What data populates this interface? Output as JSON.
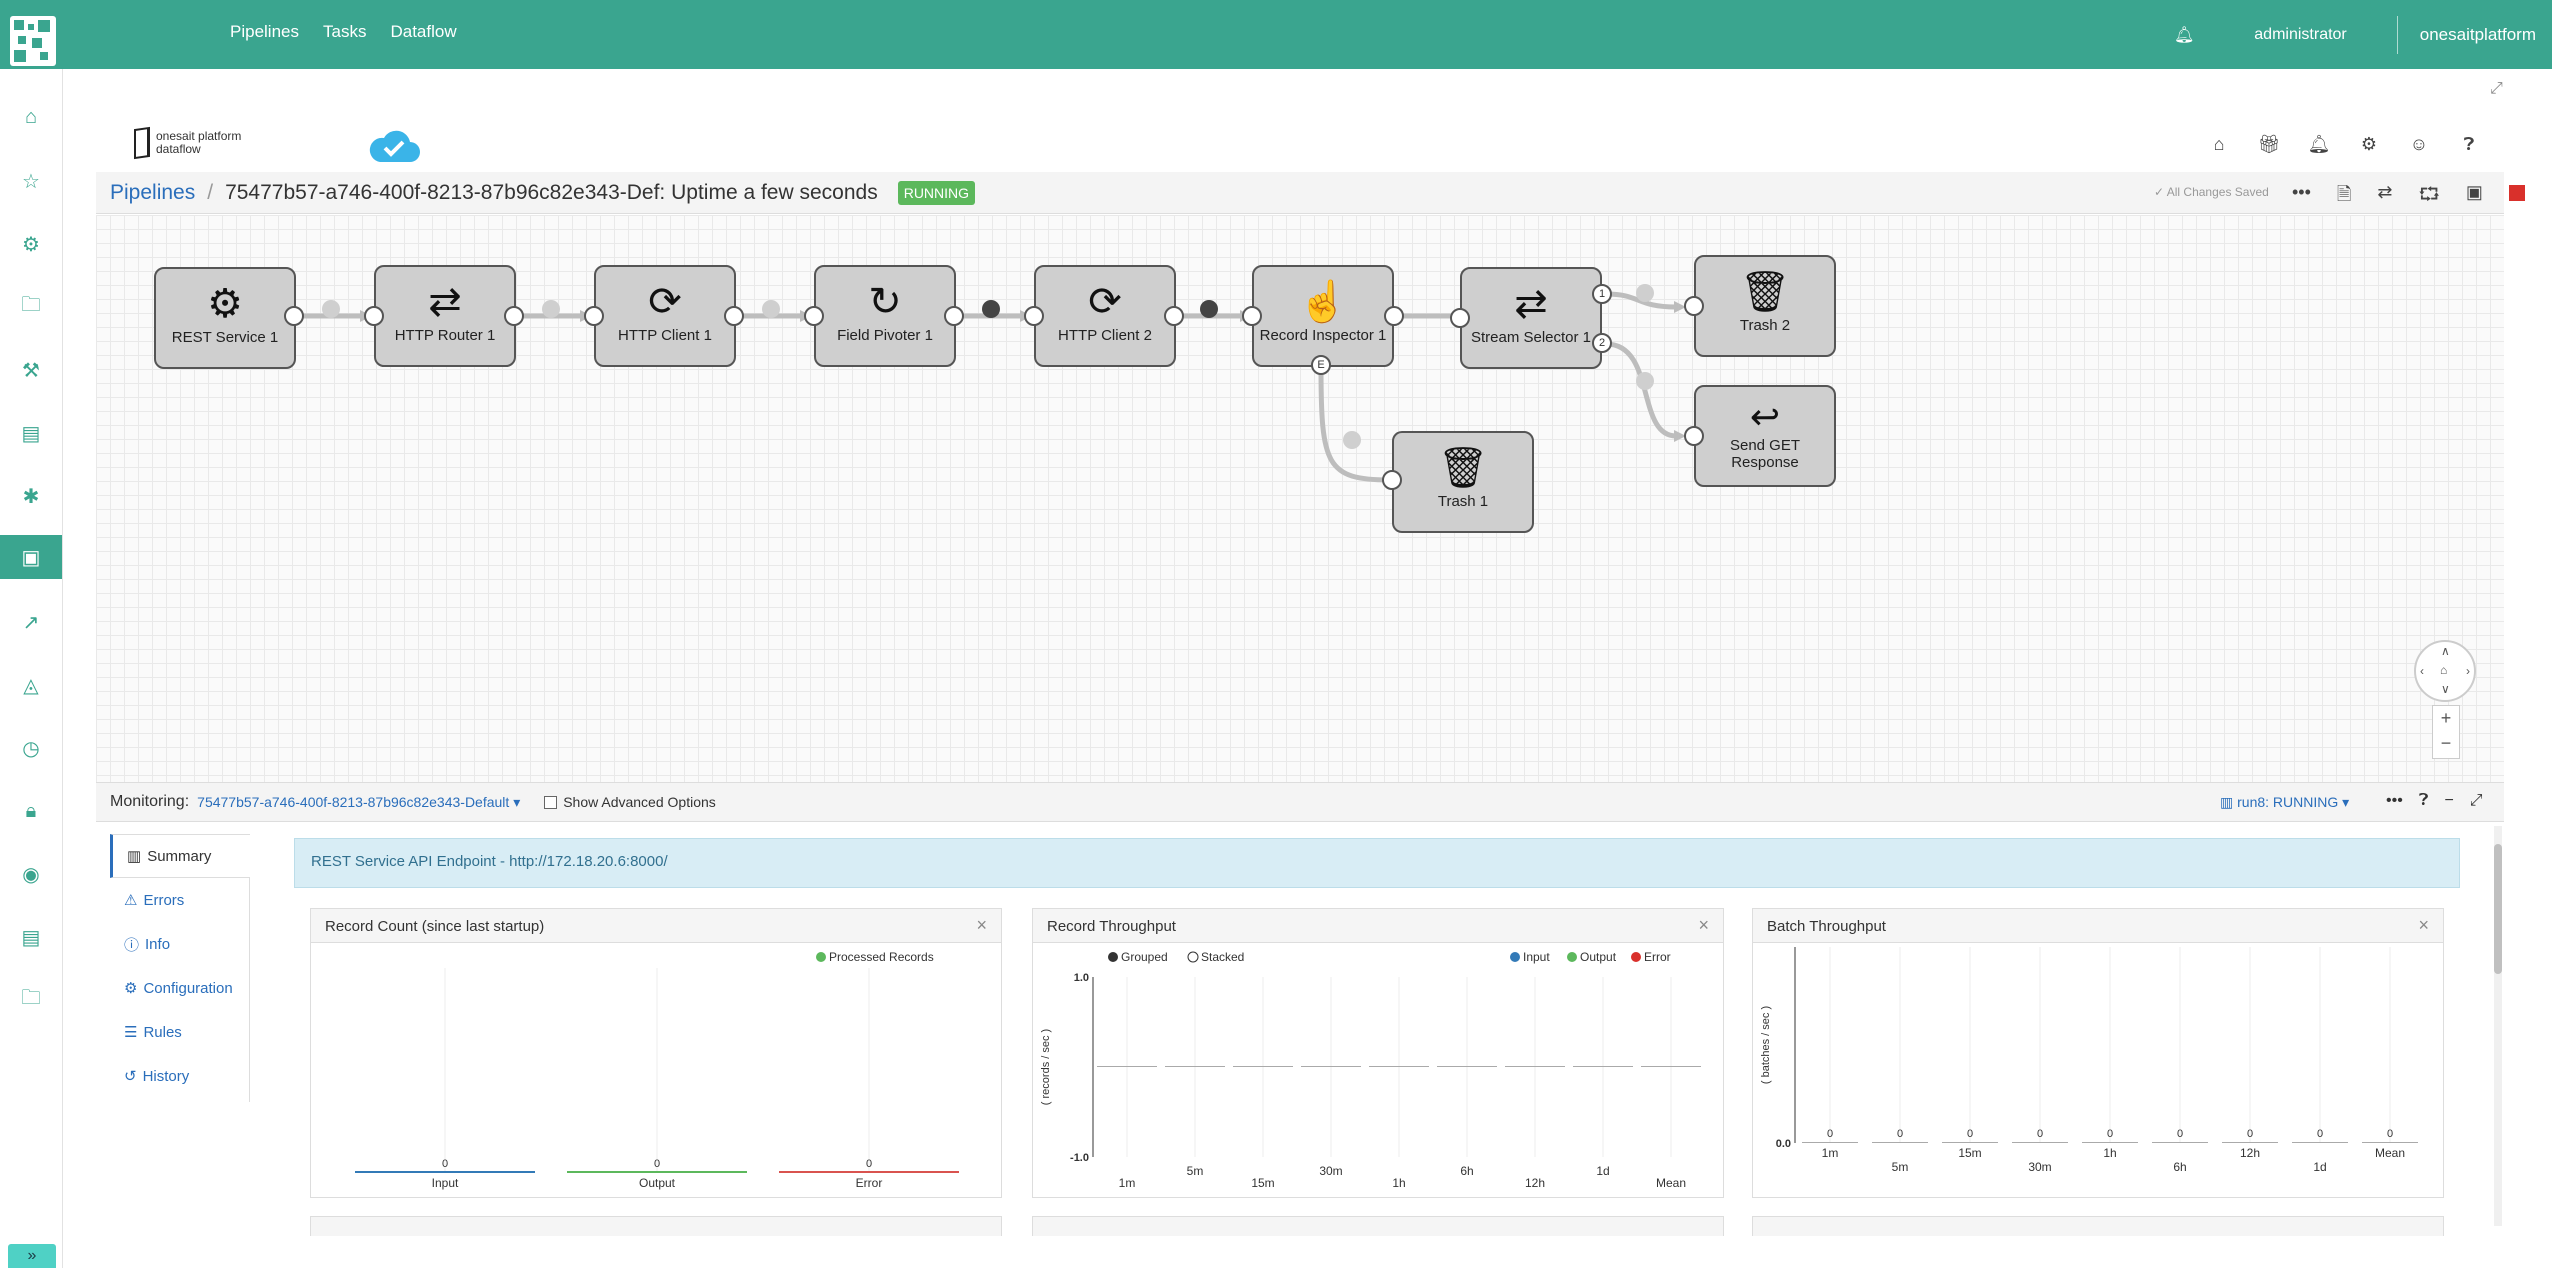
{
  "topbar": {
    "nav": [
      "Pipelines",
      "Tasks",
      "Dataflow"
    ],
    "user": "administrator",
    "platform": "onesaitplatform",
    "accent": "#3aa58f"
  },
  "brand": {
    "line1": "onesait platform",
    "line2": "dataflow"
  },
  "header": {
    "crumb": "Pipelines",
    "title": "75477b57-a746-400f-8213-87b96c82e343-Def:  Uptime  a few seconds",
    "status": "RUNNING",
    "saved": "All Changes Saved"
  },
  "stages": [
    {
      "label": "REST Service 1",
      "icon": "api-icon"
    },
    {
      "label": "HTTP Router 1",
      "icon": "router-icon"
    },
    {
      "label": "HTTP Client 1",
      "icon": "sync-icon"
    },
    {
      "label": "Field Pivoter 1",
      "icon": "pivot-icon"
    },
    {
      "label": "HTTP Client 2",
      "icon": "sync-icon"
    },
    {
      "label": "Record Inspector 1",
      "icon": "inspector-icon"
    },
    {
      "label": "Stream Selector 1",
      "icon": "selector-icon"
    },
    {
      "label": "Trash 2",
      "icon": "trash-icon"
    },
    {
      "label": "Send GET",
      "label2": "Response",
      "icon": "reply-icon"
    },
    {
      "label": "Trash 1",
      "icon": "trash-icon"
    }
  ],
  "ports": {
    "one": "1",
    "two": "2",
    "error": "E"
  },
  "monitoring": {
    "label": "Monitoring:",
    "pipeline": "75477b57-a746-400f-8213-87b96c82e343-Default ▾",
    "advanced": "Show Advanced Options",
    "run": "run8: RUNNING ▾"
  },
  "tabs": [
    "Summary",
    "Errors",
    "Info",
    "Configuration",
    "Rules",
    "History"
  ],
  "endpoint": "REST Service API Endpoint - http://172.18.20.6:8000/",
  "panels": {
    "record_count": "Record Count (since last startup)",
    "record_throughput": "Record Throughput",
    "batch_throughput": "Batch Throughput"
  },
  "chart_data": [
    {
      "type": "bar",
      "title": "Record Count (since last startup)",
      "categories": [
        "Input",
        "Output",
        "Error"
      ],
      "series": [
        {
          "name": "Processed Records",
          "values": [
            0,
            0,
            0
          ]
        }
      ],
      "colors": [
        "#337ab7",
        "#5cb85c",
        "#d9534f"
      ],
      "legend": "top-right"
    },
    {
      "type": "bar",
      "title": "Record Throughput",
      "categories": [
        "1m",
        "5m",
        "15m",
        "30m",
        "1h",
        "6h",
        "12h",
        "1d",
        "Mean"
      ],
      "series": [
        {
          "name": "Input",
          "values": [
            0,
            0,
            0,
            0,
            0,
            0,
            0,
            0,
            0
          ]
        },
        {
          "name": "Output",
          "values": [
            0,
            0,
            0,
            0,
            0,
            0,
            0,
            0,
            0
          ]
        },
        {
          "name": "Error",
          "values": [
            0,
            0,
            0,
            0,
            0,
            0,
            0,
            0,
            0
          ]
        }
      ],
      "modes": [
        "Grouped",
        "Stacked"
      ],
      "ylabel": "( records / sec )",
      "ylim": [
        -1.0,
        1.0
      ],
      "yticks": [
        "1.0",
        "-1.0"
      ],
      "colors": [
        "#337ab7",
        "#5cb85c",
        "#d9302b"
      ],
      "legend": "top-right"
    },
    {
      "type": "bar",
      "title": "Batch Throughput",
      "categories": [
        "1m",
        "5m",
        "15m",
        "30m",
        "1h",
        "6h",
        "12h",
        "1d",
        "Mean"
      ],
      "series": [
        {
          "values": [
            0,
            0,
            0,
            0,
            0,
            0,
            0,
            0,
            0
          ]
        }
      ],
      "ylabel": "( batches / sec )",
      "yticks": [
        "0.0"
      ]
    }
  ]
}
